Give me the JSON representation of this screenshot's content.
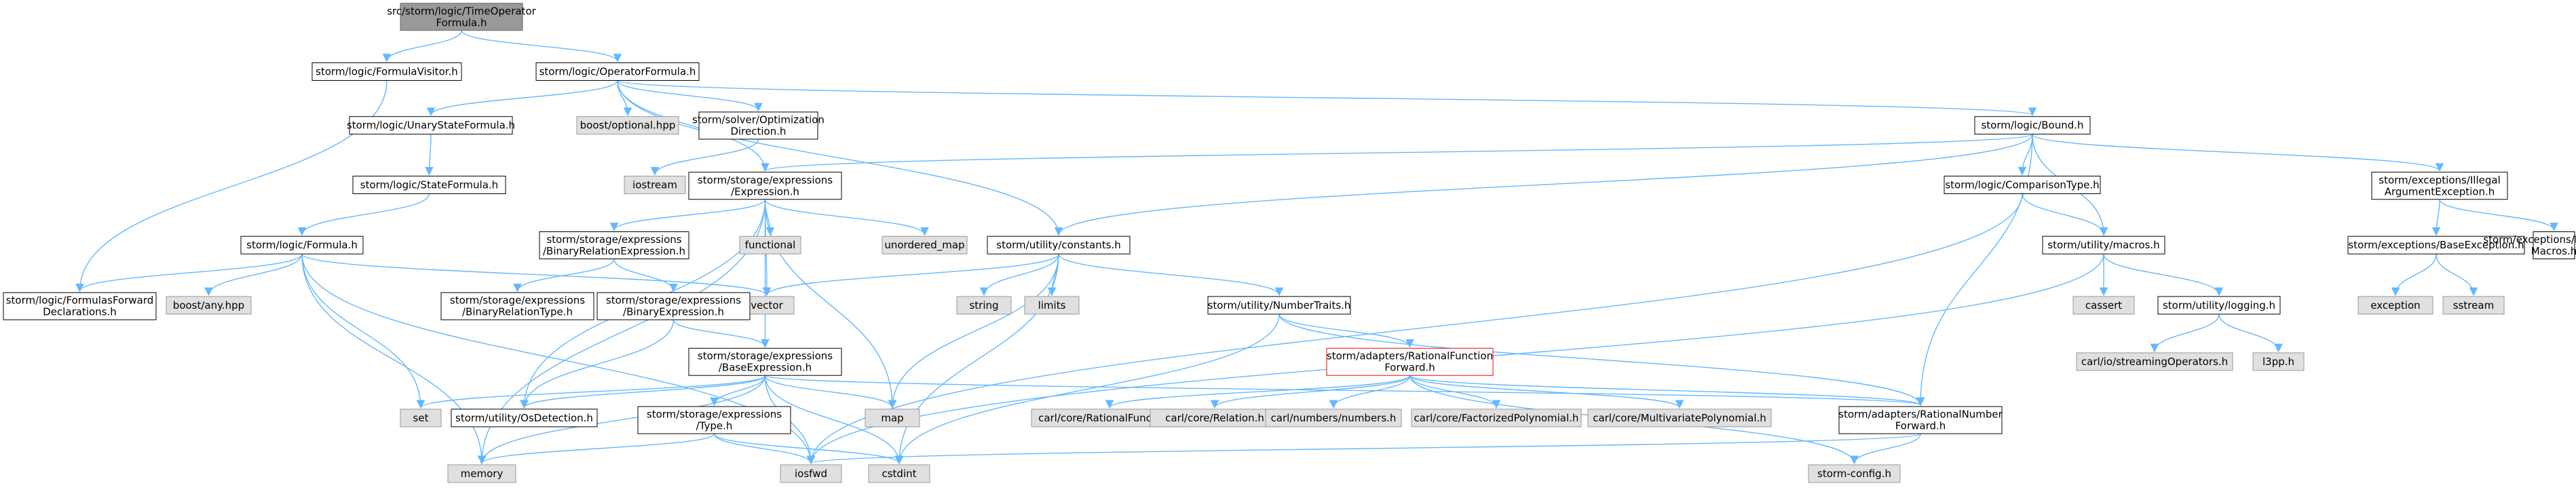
{
  "nodes": {
    "root": [
      "src/storm/logic/TimeOperator",
      "Formula.h"
    ],
    "formulaVisitor": [
      "storm/logic/FormulaVisitor.h"
    ],
    "operatorFormula": [
      "storm/logic/OperatorFormula.h"
    ],
    "unaryState": [
      "storm/logic/UnaryStateFormula.h"
    ],
    "boostOptional": [
      "boost/optional.hpp"
    ],
    "optimizationDir": [
      "storm/solver/Optimization",
      "Direction.h"
    ],
    "bound": [
      "storm/logic/Bound.h"
    ],
    "stateFormula": [
      "storm/logic/StateFormula.h"
    ],
    "iostream": [
      "iostream"
    ],
    "expression": [
      "storm/storage/expressions",
      "/Expression.h"
    ],
    "comparisonType": [
      "storm/logic/ComparisonType.h"
    ],
    "illegalArg": [
      "storm/exceptions/Illegal",
      "ArgumentException.h"
    ],
    "formula": [
      "storm/logic/Formula.h"
    ],
    "binaryRelExpr": [
      "storm/storage/expressions",
      "/BinaryRelationExpression.h"
    ],
    "functional": [
      "functional"
    ],
    "unorderedMap": [
      "unordered_map"
    ],
    "constants": [
      "storm/utility/constants.h"
    ],
    "macros": [
      "storm/utility/macros.h"
    ],
    "baseException": [
      "storm/exceptions/BaseException.h"
    ],
    "exceptionMacros": [
      "storm/exceptions/Exception",
      "Macros.h"
    ],
    "formulasForward": [
      "storm/logic/FormulasForward",
      "Declarations.h"
    ],
    "boostAny": [
      "boost/any.hpp"
    ],
    "vector": [
      "vector"
    ],
    "binaryRelType": [
      "storm/storage/expressions",
      "/BinaryRelationType.h"
    ],
    "binaryExpr": [
      "storm/storage/expressions",
      "/BinaryExpression.h"
    ],
    "string": [
      "string"
    ],
    "limits": [
      "limits"
    ],
    "numberTraits": [
      "storm/utility/NumberTraits.h"
    ],
    "cassert": [
      "cassert"
    ],
    "logging": [
      "storm/utility/logging.h"
    ],
    "exception": [
      "exception"
    ],
    "sstream": [
      "sstream"
    ],
    "baseExpr": [
      "storm/storage/expressions",
      "/BaseExpression.h"
    ],
    "ratFuncForward": [
      "storm/adapters/RationalFunction",
      "Forward.h"
    ],
    "streamingOps": [
      "carl/io/streamingOperators.h"
    ],
    "l3pp": [
      "l3pp.h"
    ],
    "set": [
      "set"
    ],
    "osDetection": [
      "storm/utility/OsDetection.h"
    ],
    "exprType": [
      "storm/storage/expressions",
      "/Type.h"
    ],
    "map": [
      "map"
    ],
    "carlRatFunc": [
      "carl/core/RationalFunction.h"
    ],
    "carlRelation": [
      "carl/core/Relation.h"
    ],
    "carlNumbers": [
      "carl/numbers/numbers.h"
    ],
    "carlFactorized": [
      "carl/core/FactorizedPolynomial.h"
    ],
    "carlMultivariate": [
      "carl/core/MultivariatePolynomial.h"
    ],
    "ratNumForward": [
      "storm/adapters/RationalNumber",
      "Forward.h"
    ],
    "memory": [
      "memory"
    ],
    "iosfwd": [
      "iosfwd"
    ],
    "cstdint": [
      "cstdint"
    ],
    "stormConfig": [
      "storm-config.h"
    ]
  }
}
